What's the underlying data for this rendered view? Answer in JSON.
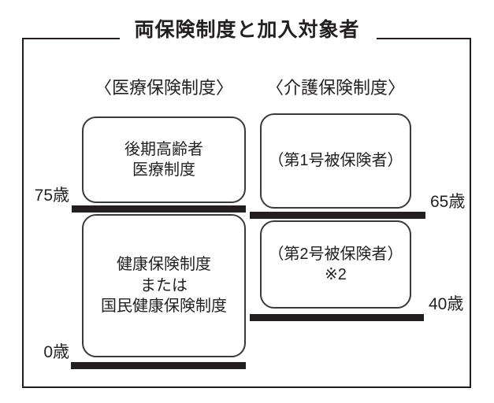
{
  "figure": {
    "title": "両保険制度と加入対象者",
    "type": "diagram",
    "columns": [
      {
        "id": "medical",
        "header": "〈医療保険制度〉",
        "boxes": [
          {
            "id": "koki",
            "lines": [
              "後期高齢者",
              "医療制度"
            ]
          },
          {
            "id": "kenko",
            "lines": [
              "健康保険制度",
              "または",
              "国民健康保険制度"
            ]
          }
        ],
        "age_boundaries": [
          {
            "id": "b75",
            "label": "75歳",
            "side": "left"
          },
          {
            "id": "b0",
            "label": "0歳",
            "side": "left"
          }
        ]
      },
      {
        "id": "care",
        "header": "〈介護保険制度〉",
        "boxes": [
          {
            "id": "dai1",
            "lines": [
              "（第1号被保険者）"
            ]
          },
          {
            "id": "dai2",
            "lines": [
              "（第2号被保険者）",
              "※2"
            ]
          }
        ],
        "age_boundaries": [
          {
            "id": "b65",
            "label": "65歳",
            "side": "right"
          },
          {
            "id": "b40",
            "label": "40歳",
            "side": "right"
          }
        ]
      }
    ],
    "colors": {
      "ink": "#231f20",
      "box_stroke": "#3a3a3c",
      "background": "#ffffff"
    }
  }
}
